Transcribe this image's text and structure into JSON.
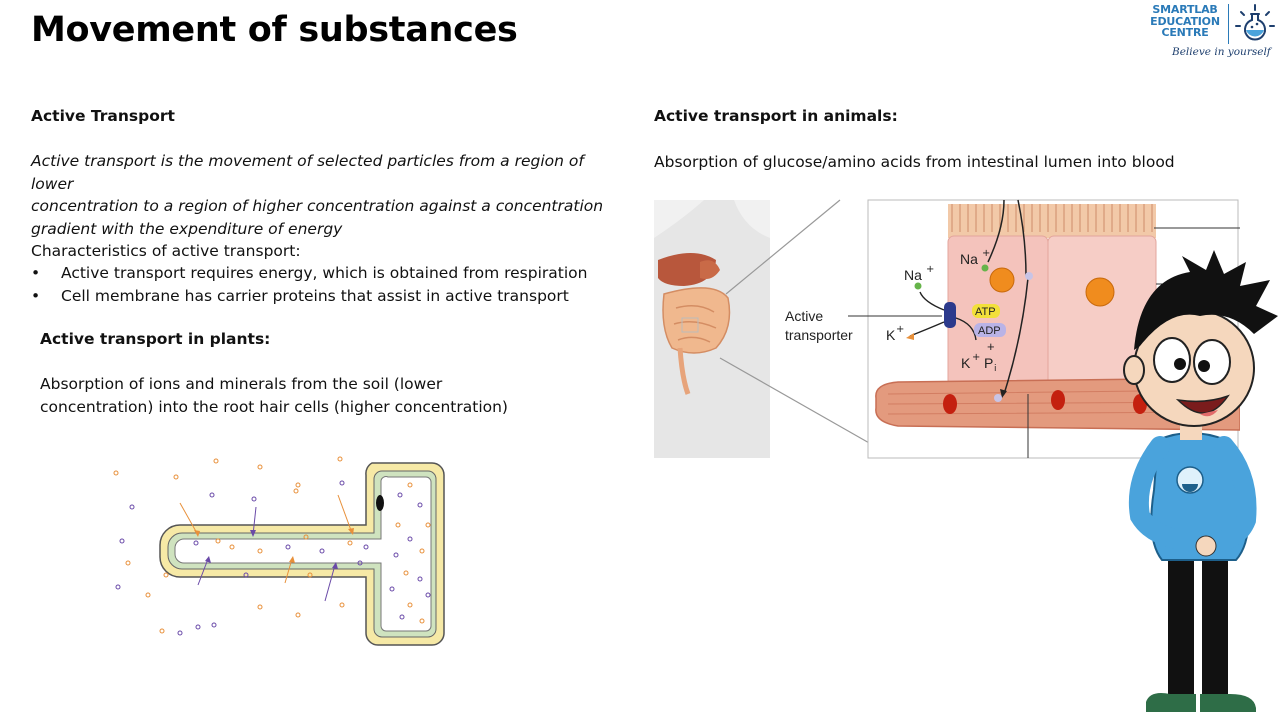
{
  "title": "Movement of substances",
  "logo": {
    "line1": "SMARTLAB",
    "line2": "EDUCATION",
    "line3": "CENTRE",
    "tagline": "Believe in yourself"
  },
  "left": {
    "heading": "Active Transport",
    "definition": [
      "Active transport is the movement of selected particles from a region of lower",
      "concentration to a region of higher concentration against a concentration",
      "gradient with the expenditure of energy"
    ],
    "char_heading": "Characteristics of active transport:",
    "bullets": [
      "Active transport requires energy, which is obtained from respiration",
      "Cell membrane has carrier proteins that assist in active transport"
    ],
    "plants_heading": "Active transport in plants:",
    "plants_text": [
      "Absorption of ions and minerals from the soil (lower",
      "concentration)  into the root hair cells (higher concentration)"
    ]
  },
  "right": {
    "heading": "Active transport in animals:",
    "text": "Absorption of glucose/amino acids from intestinal lumen into blood",
    "diagram": {
      "label_transporter_1": "Active",
      "label_transporter_2": "transporter",
      "na_top": "Na",
      "na_left": "Na",
      "k_left": "K",
      "atp": "ATP",
      "adp": "ADP",
      "plus": "+",
      "kp": "K",
      "pi": "P"
    }
  },
  "colors": {
    "ion_orange": "#e8903a",
    "ion_purple": "#6a4aa8",
    "cell_pink": "#f4c3bc",
    "blood_red": "#cc2a1a",
    "shirt_blue": "#4aa3dc"
  }
}
